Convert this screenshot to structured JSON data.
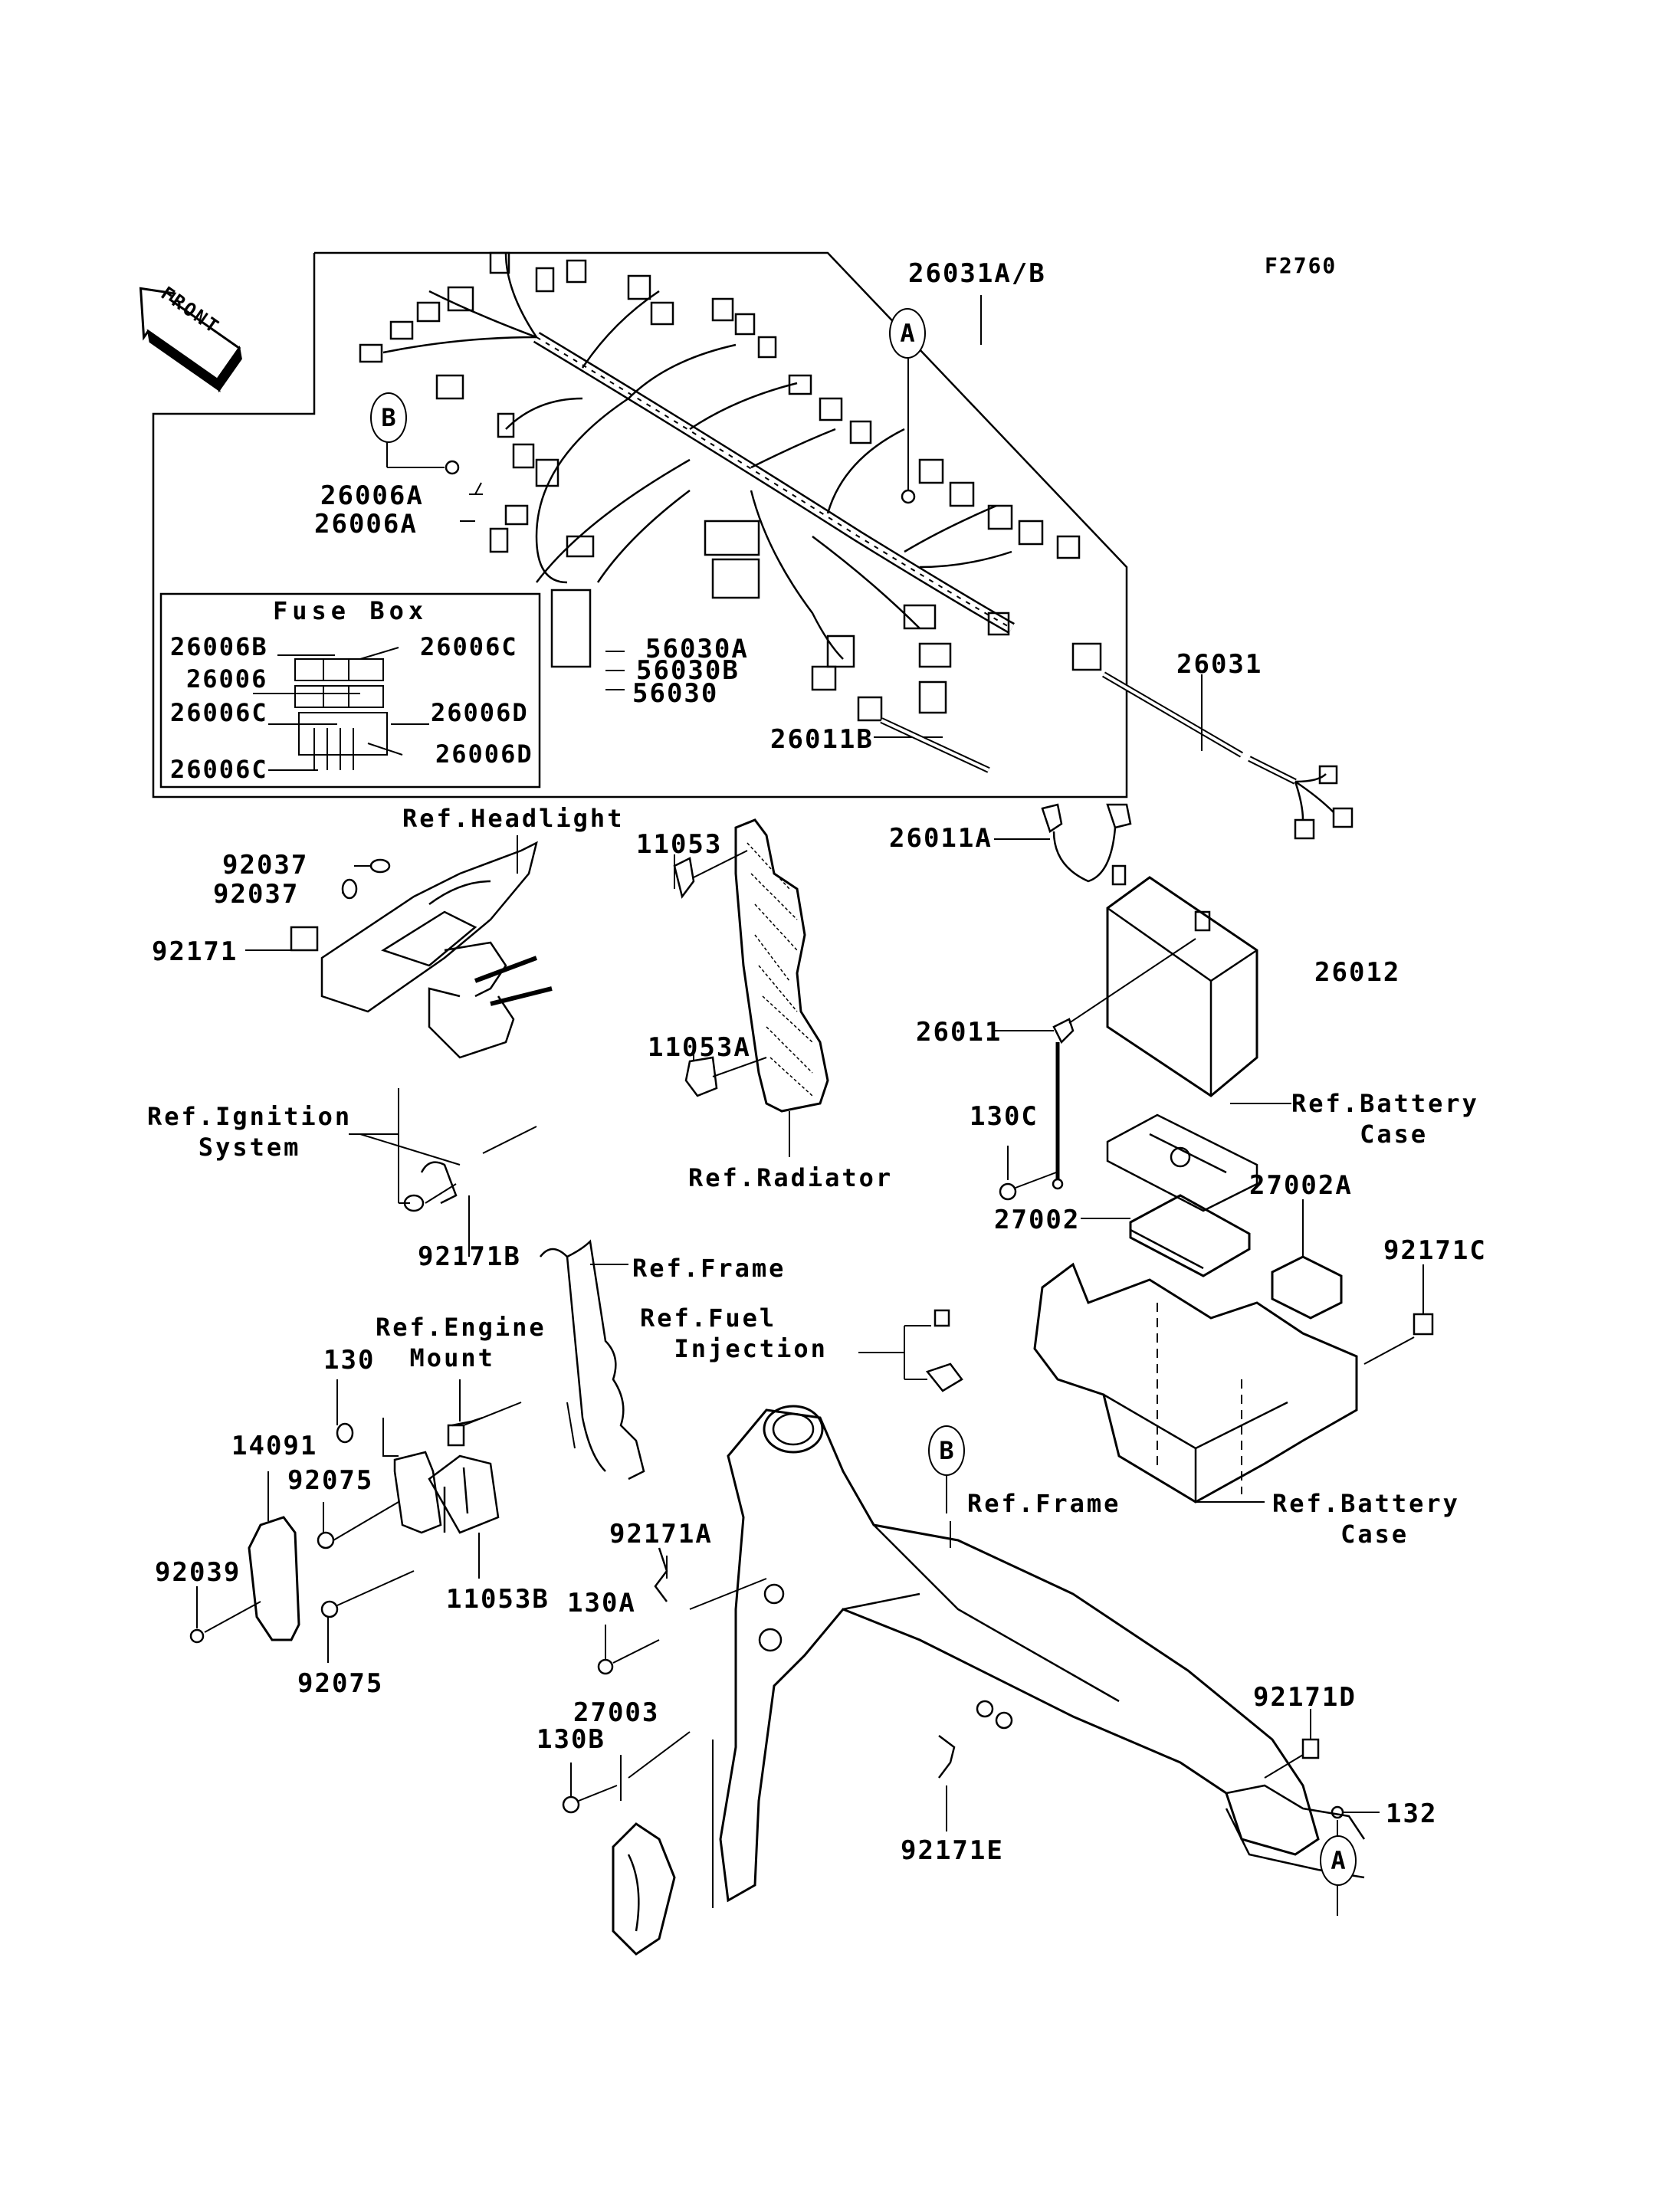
{
  "diagram": {
    "figure_code": "F2760",
    "direction_arrow": "FRONT",
    "section_titles": {
      "fuse_box": "Fuse Box"
    },
    "part_labels": [
      {
        "id": "26031A/B",
        "text": "26031A/B"
      },
      {
        "id": "26006A-1",
        "text": "26006A"
      },
      {
        "id": "26006A-2",
        "text": "26006A"
      },
      {
        "id": "26006B",
        "text": "26006B"
      },
      {
        "id": "26006C-1",
        "text": "26006C"
      },
      {
        "id": "26006",
        "text": "26006"
      },
      {
        "id": "26006C-2",
        "text": "26006C"
      },
      {
        "id": "26006D-1",
        "text": "26006D"
      },
      {
        "id": "26006C-3",
        "text": "26006C"
      },
      {
        "id": "26006D-2",
        "text": "26006D"
      },
      {
        "id": "56030A",
        "text": "56030A"
      },
      {
        "id": "56030B",
        "text": "56030B"
      },
      {
        "id": "56030",
        "text": "56030"
      },
      {
        "id": "26011B",
        "text": "26011B"
      },
      {
        "id": "26031",
        "text": "26031"
      },
      {
        "id": "92037-1",
        "text": "92037"
      },
      {
        "id": "92037-2",
        "text": "92037"
      },
      {
        "id": "92171",
        "text": "92171"
      },
      {
        "id": "11053",
        "text": "11053"
      },
      {
        "id": "11053A",
        "text": "11053A"
      },
      {
        "id": "26011A",
        "text": "26011A"
      },
      {
        "id": "26012",
        "text": "26012"
      },
      {
        "id": "26011",
        "text": "26011"
      },
      {
        "id": "130C",
        "text": "130C"
      },
      {
        "id": "92171B",
        "text": "92171B"
      },
      {
        "id": "27002",
        "text": "27002"
      },
      {
        "id": "27002A",
        "text": "27002A"
      },
      {
        "id": "92171C",
        "text": "92171C"
      },
      {
        "id": "130",
        "text": "130"
      },
      {
        "id": "14091",
        "text": "14091"
      },
      {
        "id": "92075-1",
        "text": "92075"
      },
      {
        "id": "92039",
        "text": "92039"
      },
      {
        "id": "92075-2",
        "text": "92075"
      },
      {
        "id": "11053B",
        "text": "11053B"
      },
      {
        "id": "92171A",
        "text": "92171A"
      },
      {
        "id": "130A",
        "text": "130A"
      },
      {
        "id": "27003",
        "text": "27003"
      },
      {
        "id": "130B",
        "text": "130B"
      },
      {
        "id": "92171E",
        "text": "92171E"
      },
      {
        "id": "92171D",
        "text": "92171D"
      },
      {
        "id": "132",
        "text": "132"
      }
    ],
    "reference_labels": {
      "headlight": "Ref.Headlight",
      "ignition": "Ref.Ignition\n   System",
      "radiator": "Ref.Radiator",
      "battery_case_1": "Ref.Battery\n    Case",
      "frame_1": "Ref.Frame",
      "engine_mount": "Ref.Engine\n  Mount",
      "fuel_injection": "Ref.Fuel\n  Injection",
      "frame_2": "Ref.Frame",
      "battery_case_2": "Ref.Battery\n    Case"
    },
    "connection_markers": {
      "A_top": "A",
      "B_top": "B",
      "B_mid": "B",
      "A_bottom": "A"
    }
  }
}
